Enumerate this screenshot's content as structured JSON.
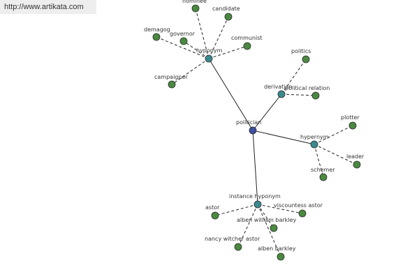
{
  "banner": {
    "url": "http://www.artikata.com"
  },
  "colors": {
    "center": "#3c4fa0",
    "relation": "#3a8a8e",
    "leaf": "#4a8a40",
    "edge": "#222222"
  },
  "graph": {
    "center": {
      "id": "politician",
      "label": "politician"
    },
    "relations": [
      {
        "id": "hyponym",
        "label": "hyponym",
        "leaves": [
          {
            "id": "nominee",
            "label": "nominee"
          },
          {
            "id": "candidate",
            "label": "candidate"
          },
          {
            "id": "demagog",
            "label": "demagog"
          },
          {
            "id": "governor",
            "label": "governor"
          },
          {
            "id": "communist",
            "label": "communist"
          },
          {
            "id": "campaigner",
            "label": "campaigner"
          }
        ]
      },
      {
        "id": "derivation",
        "label": "derivation",
        "leaves": [
          {
            "id": "politics",
            "label": "politics"
          },
          {
            "id": "political-relation",
            "label": "political relation"
          }
        ]
      },
      {
        "id": "hypernym",
        "label": "hypernym",
        "leaves": [
          {
            "id": "plotter",
            "label": "plotter"
          },
          {
            "id": "leader",
            "label": "leader"
          },
          {
            "id": "schemer",
            "label": "schemer"
          }
        ]
      },
      {
        "id": "instance-hyponym",
        "label": "instance hyponym",
        "leaves": [
          {
            "id": "astor",
            "label": "astor"
          },
          {
            "id": "viscountess-astor",
            "label": "viscountess astor"
          },
          {
            "id": "alben-william-barkley",
            "label": "alben william barkley"
          },
          {
            "id": "nancy-witcher-astor",
            "label": "nancy witcher astor"
          },
          {
            "id": "alben-barkley",
            "label": "alben barkley"
          }
        ]
      }
    ]
  }
}
